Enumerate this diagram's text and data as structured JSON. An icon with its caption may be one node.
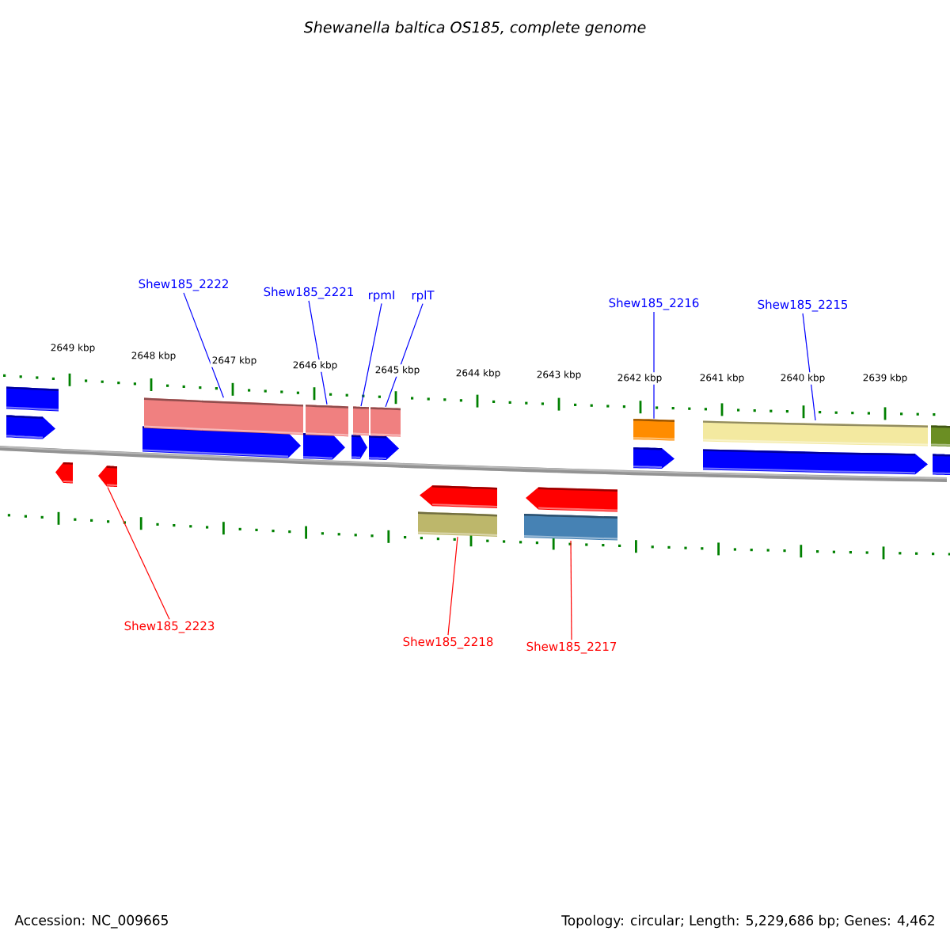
{
  "diagram": {
    "title": "Shewanella baltica OS185, complete genome",
    "nodes": [
      {
        "text": [
          "Shew185_2222"
        ]
      },
      {
        "text": [
          "Shew185_2221"
        ]
      },
      {
        "text": [
          "rpmI"
        ]
      },
      {
        "text": [
          "rplT"
        ]
      },
      {
        "text": [
          "Shew185_2216"
        ]
      },
      {
        "text": [
          "Shew185_2215"
        ]
      },
      {
        "text": [
          "Shew185_2223"
        ]
      },
      {
        "text": [
          "Shew185_2218"
        ]
      },
      {
        "text": [
          "Shew185_2217"
        ]
      },
      {
        "text": [],
        "shape": "bar"
      },
      {
        "text": [],
        "shape": "bar"
      },
      {
        "text": [],
        "shape": "bar"
      },
      {
        "text": [],
        "shape": "bar"
      },
      {
        "text": [],
        "shape": "bar"
      },
      {
        "text": [],
        "shape": "bar"
      },
      {
        "text": [],
        "shape": "bar"
      },
      {
        "text": [],
        "shape": "bar"
      },
      {
        "text": [],
        "shape": "bar"
      },
      {
        "text": [],
        "shape": "bar"
      }
    ],
    "edges": [
      {
        "from": 0,
        "to": 11,
        "arrow": "none"
      },
      {
        "from": 1,
        "to": 12,
        "arrow": "none"
      },
      {
        "from": 2,
        "to": 13,
        "arrow": "none"
      },
      {
        "from": 3,
        "to": 14,
        "arrow": "none"
      },
      {
        "from": 4,
        "to": 15,
        "arrow": "none"
      },
      {
        "from": 5,
        "to": 16,
        "arrow": "none"
      },
      {
        "from": 6,
        "to": 10,
        "arrow": "none",
        "color": "#ff0000"
      },
      {
        "from": 7,
        "to": 17,
        "arrow": "none",
        "color": "#ff0000"
      },
      {
        "from": 8,
        "to": 18,
        "arrow": "none",
        "color": "#ff0000"
      }
    ],
    "labels": [
      "2649 kbp",
      "2648 kbp",
      "2647 kbp",
      "2646 kbp",
      "2645 kbp",
      "2644 kbp",
      "2643 kbp",
      "2642 kbp",
      "2641 kbp",
      "2640 kbp",
      "2639 kbp",
      "Accession: NC_009665",
      "Topology: circular; Length: 5,229,686 bp; Genes: 4,462"
    ]
  }
}
